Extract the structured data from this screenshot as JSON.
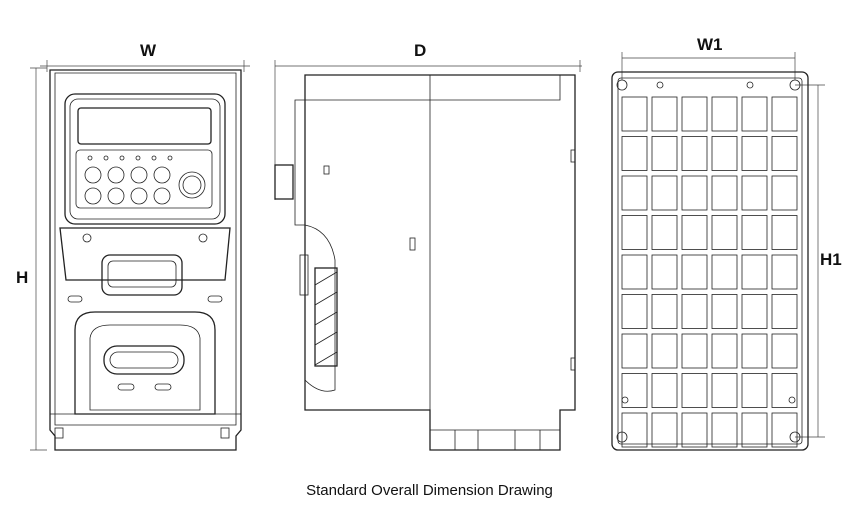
{
  "labels": {
    "width": "W",
    "depth": "D",
    "width_mount": "W1",
    "height": "H",
    "height_mount": "H1"
  },
  "caption": "Standard Overall Dimension Drawing"
}
